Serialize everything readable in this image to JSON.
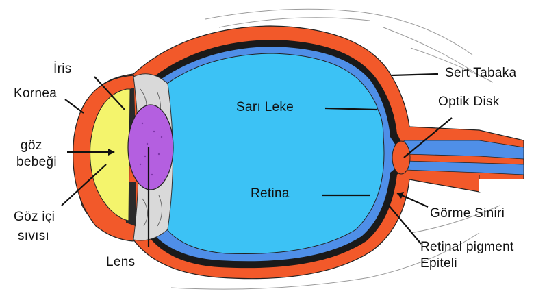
{
  "labels": {
    "iris": "İris",
    "kornea": "Kornea",
    "goz_bebegi_1": "göz",
    "goz_bebegi_2": "bebeği",
    "goz_ici_1": "Göz içi",
    "goz_ici_2": "sıvısı",
    "lens": "Lens",
    "sert_tabaka": "Sert Tabaka",
    "sari_leke": "Sarı Leke",
    "optik_disk": "Optik Disk",
    "retina": "Retina",
    "gorme_siniri": "Görme Siniri",
    "retinal_pigment_1": "Retinal pigment",
    "retinal_pigment_2": "Epiteli"
  },
  "colors": {
    "sclera": "#f2592a",
    "choroid": "#1a1a1a",
    "retina": "#4f8fe8",
    "vitreous": "#3cc2f5",
    "lens": "#b45fe0",
    "aqueous": "#f4f46c",
    "ciliary": "#d9d9d9",
    "nerve": "#4f8fe8",
    "leader": "#111111"
  }
}
